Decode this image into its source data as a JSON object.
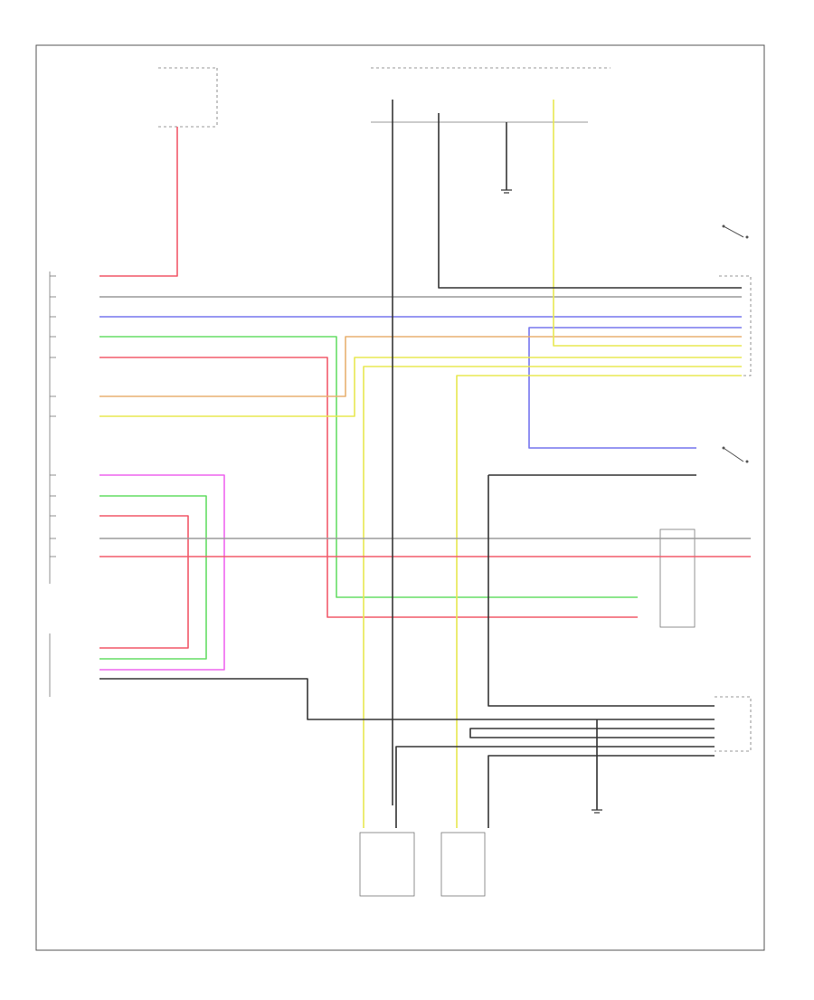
{
  "diagram": {
    "page_code": "",
    "colors": {
      "red": "#f25a6a",
      "grey": "#9a9a9a",
      "blue": "#7777ee",
      "green": "#66dd66",
      "yellow": "#e8e850",
      "orange": "#e8b070",
      "pink": "#ee66ee",
      "black": "#333333",
      "ylw_grn": "#c8e86a"
    },
    "components": [
      {
        "id": "transmission-control-module"
      },
      {
        "id": "engine-control-module"
      },
      {
        "id": "transmission-range-sensor"
      },
      {
        "id": "overdrive-switch"
      },
      {
        "id": "brake-switch"
      },
      {
        "id": "speed-sensor"
      },
      {
        "id": "solenoid-1"
      },
      {
        "id": "solenoid-2"
      }
    ]
  }
}
